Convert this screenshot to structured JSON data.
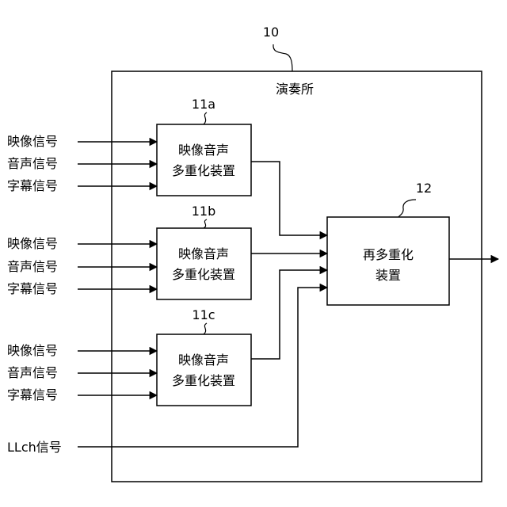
{
  "facility": {
    "ref": "10",
    "label": "演奏所"
  },
  "multiplexers": [
    {
      "ref": "11a",
      "line1": "映像音声",
      "line2": "多重化装置"
    },
    {
      "ref": "11b",
      "line1": "映像音声",
      "line2": "多重化装置"
    },
    {
      "ref": "11c",
      "line1": "映像音声",
      "line2": "多重化装置"
    }
  ],
  "input_groups": [
    {
      "inputs": [
        "映像信号",
        "音声信号",
        "字幕信号"
      ]
    },
    {
      "inputs": [
        "映像信号",
        "音声信号",
        "字幕信号"
      ]
    },
    {
      "inputs": [
        "映像信号",
        "音声信号",
        "字幕信号"
      ]
    }
  ],
  "llch_input": "LLch信号",
  "remultiplexer": {
    "ref": "12",
    "line1": "再多重化",
    "line2": "装置"
  }
}
